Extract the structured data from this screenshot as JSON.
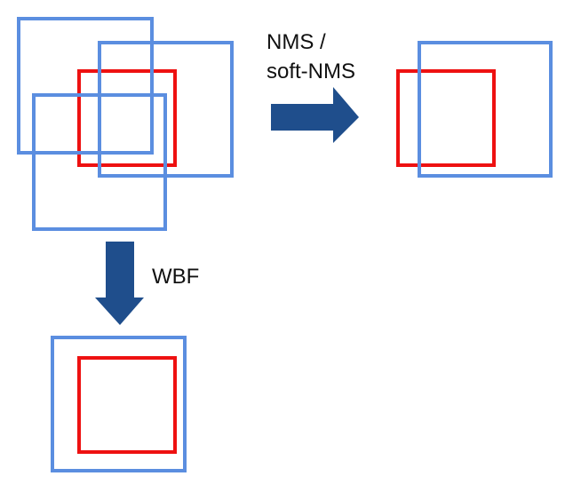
{
  "labels": {
    "nms_line1": "NMS /",
    "nms_line2": "soft-NMS",
    "wbf": "WBF"
  },
  "colors": {
    "prediction_box": "#5b8ee0",
    "ground_truth_box": "#ee1111",
    "arrow": "#1f4e8c"
  },
  "groups": [
    {
      "id": "input",
      "prediction_boxes": 3,
      "ground_truth_boxes": 1
    },
    {
      "id": "nms-result",
      "prediction_boxes": 1,
      "ground_truth_boxes": 1
    },
    {
      "id": "wbf-result",
      "prediction_boxes": 1,
      "ground_truth_boxes": 1
    }
  ]
}
